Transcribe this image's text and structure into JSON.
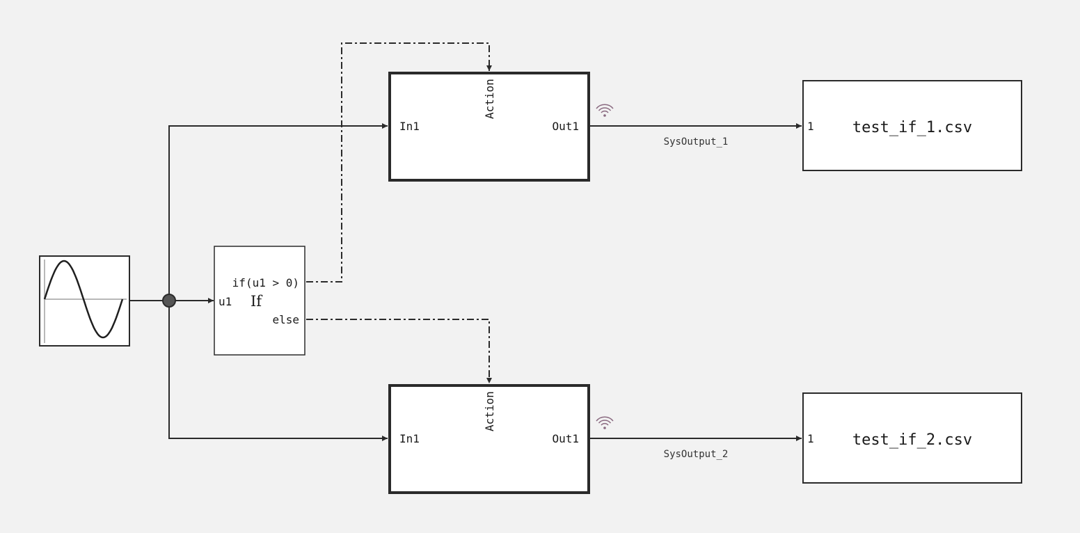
{
  "colors": {
    "background": "#f2f2f2",
    "line": "#2a2a2a",
    "block_fill": "#ffffff",
    "signal_icon": "#8a6a80"
  },
  "sine_source": {
    "icon": "sine-wave-icon"
  },
  "if_block": {
    "title": "If",
    "input_port": "u1",
    "if_port": "if(u1 > 0)",
    "else_port": "else"
  },
  "subsystem_1": {
    "in_port": "In1",
    "action_port": "Action",
    "out_port": "Out1"
  },
  "subsystem_2": {
    "in_port": "In1",
    "action_port": "Action",
    "out_port": "Out1"
  },
  "signal_1": {
    "label": "SysOutput_1",
    "icon": "signal-broadcast-icon"
  },
  "signal_2": {
    "label": "SysOutput_2",
    "icon": "signal-broadcast-icon"
  },
  "output_1": {
    "port": "1",
    "label": "test_if_1.csv"
  },
  "output_2": {
    "port": "1",
    "label": "test_if_2.csv"
  }
}
